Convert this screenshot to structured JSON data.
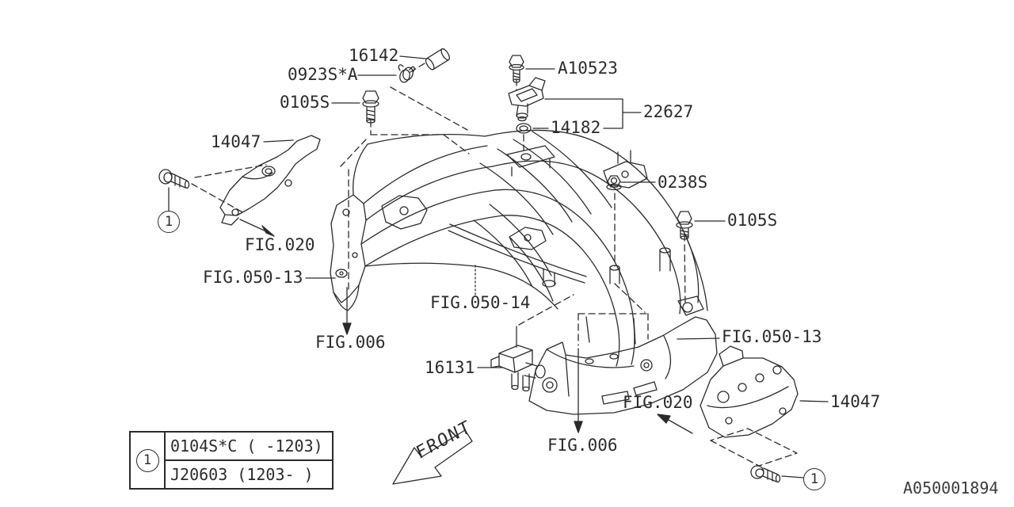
{
  "diagram": {
    "drawing_number": "A050001894",
    "orientation_label": "FRONT"
  },
  "part_labels": {
    "p16142": "16142",
    "p0923s_a": "0923S*A",
    "p0105s_upper_left": "0105S",
    "pa10523": "A10523",
    "p22627": "22627",
    "p14182": "14182",
    "p0238s": "0238S",
    "p0105s_right": "0105S",
    "p14047_upper_left": "14047",
    "p14047_lower_right": "14047",
    "p16131": "16131"
  },
  "figure_refs": {
    "fig020_upper_left": "FIG.020",
    "fig050_13_left": "FIG.050-13",
    "fig006_left": "FIG.006",
    "fig050_14": "FIG.050-14",
    "fig006_bottom": "FIG.006",
    "fig020_lower_right": "FIG.020",
    "fig050_13_right": "FIG.050-13"
  },
  "callout_markers": {
    "left": "1",
    "right": "1"
  },
  "legend": {
    "marker": "1",
    "row1": "0104S*C ( -1203)",
    "row2": "J20603 (1203- )"
  }
}
